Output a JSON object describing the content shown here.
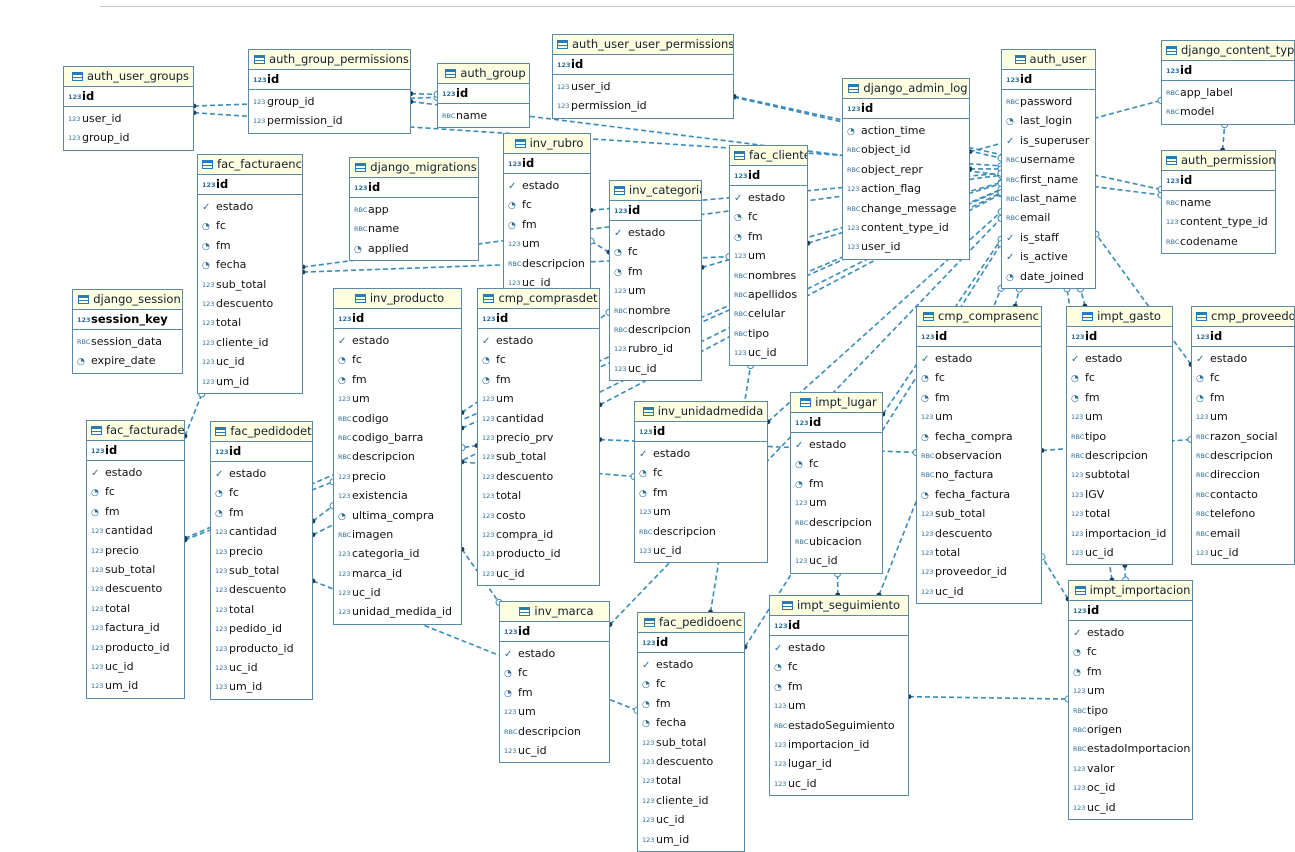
{
  "diagram": {
    "tables": [
      {
        "id": "auth_user_groups",
        "name": "auth_user_groups",
        "pk": "id",
        "columns": [
          [
            "user_id",
            "num"
          ],
          [
            "group_id",
            "num"
          ]
        ]
      },
      {
        "id": "auth_group_permissions",
        "name": "auth_group_permissions",
        "pk": "id",
        "columns": [
          [
            "group_id",
            "num"
          ],
          [
            "permission_id",
            "num"
          ]
        ]
      },
      {
        "id": "auth_group",
        "name": "auth_group",
        "pk": "id",
        "columns": [
          [
            "name",
            "abc"
          ]
        ]
      },
      {
        "id": "auth_user_user_permissions",
        "name": "auth_user_user_permissions",
        "pk": "id",
        "columns": [
          [
            "user_id",
            "num"
          ],
          [
            "permission_id",
            "num"
          ]
        ]
      },
      {
        "id": "django_admin_log",
        "name": "django_admin_log",
        "pk": "id",
        "columns": [
          [
            "action_time",
            "clock"
          ],
          [
            "object_id",
            "abc"
          ],
          [
            "object_repr",
            "abc"
          ],
          [
            "action_flag",
            "num"
          ],
          [
            "change_message",
            "abc"
          ],
          [
            "content_type_id",
            "num"
          ],
          [
            "user_id",
            "num"
          ]
        ]
      },
      {
        "id": "auth_user",
        "name": "auth_user",
        "pk": "id",
        "columns": [
          [
            "password",
            "abc"
          ],
          [
            "last_login",
            "clock"
          ],
          [
            "is_superuser",
            "check"
          ],
          [
            "username",
            "abc"
          ],
          [
            "first_name",
            "abc"
          ],
          [
            "last_name",
            "abc"
          ],
          [
            "email",
            "abc"
          ],
          [
            "is_staff",
            "check"
          ],
          [
            "is_active",
            "check"
          ],
          [
            "date_joined",
            "clock"
          ]
        ]
      },
      {
        "id": "django_content_type",
        "name": "django_content_type",
        "pk": "id",
        "columns": [
          [
            "app_label",
            "abc"
          ],
          [
            "model",
            "abc"
          ]
        ]
      },
      {
        "id": "auth_permission",
        "name": "auth_permission",
        "pk": "id",
        "columns": [
          [
            "name",
            "abc"
          ],
          [
            "content_type_id",
            "num"
          ],
          [
            "codename",
            "abc"
          ]
        ]
      },
      {
        "id": "fac_facturaenc",
        "name": "fac_facturaenc",
        "pk": "id",
        "columns": [
          [
            "estado",
            "check"
          ],
          [
            "fc",
            "clock"
          ],
          [
            "fm",
            "clock"
          ],
          [
            "fecha",
            "clock"
          ],
          [
            "sub_total",
            "num"
          ],
          [
            "descuento",
            "num"
          ],
          [
            "total",
            "num"
          ],
          [
            "cliente_id",
            "num"
          ],
          [
            "uc_id",
            "num"
          ],
          [
            "um_id",
            "num"
          ]
        ]
      },
      {
        "id": "django_migrations",
        "name": "django_migrations",
        "pk": "id",
        "columns": [
          [
            "app",
            "abc"
          ],
          [
            "name",
            "abc"
          ],
          [
            "applied",
            "clock"
          ]
        ]
      },
      {
        "id": "inv_rubro",
        "name": "inv_rubro",
        "pk": "id",
        "columns": [
          [
            "estado",
            "check"
          ],
          [
            "fc",
            "clock"
          ],
          [
            "fm",
            "clock"
          ],
          [
            "um",
            "num"
          ],
          [
            "descripcion",
            "abc"
          ],
          [
            "uc_id",
            "num"
          ]
        ]
      },
      {
        "id": "inv_categoria",
        "name": "inv_categoria",
        "pk": "id",
        "columns": [
          [
            "estado",
            "check"
          ],
          [
            "fc",
            "clock"
          ],
          [
            "fm",
            "clock"
          ],
          [
            "um",
            "num"
          ],
          [
            "nombre",
            "abc"
          ],
          [
            "descripcion",
            "abc"
          ],
          [
            "rubro_id",
            "num"
          ],
          [
            "uc_id",
            "num"
          ]
        ]
      },
      {
        "id": "fac_cliente",
        "name": "fac_cliente",
        "pk": "id",
        "columns": [
          [
            "estado",
            "check"
          ],
          [
            "fc",
            "clock"
          ],
          [
            "fm",
            "clock"
          ],
          [
            "um",
            "num"
          ],
          [
            "nombres",
            "abc"
          ],
          [
            "apellidos",
            "abc"
          ],
          [
            "celular",
            "abc"
          ],
          [
            "tipo",
            "abc"
          ],
          [
            "uc_id",
            "num"
          ]
        ]
      },
      {
        "id": "django_session",
        "name": "django_session",
        "pk": "session_key",
        "columns": [
          [
            "session_data",
            "abc"
          ],
          [
            "expire_date",
            "clock"
          ]
        ]
      },
      {
        "id": "inv_producto",
        "name": "inv_producto",
        "pk": "id",
        "columns": [
          [
            "estado",
            "check"
          ],
          [
            "fc",
            "clock"
          ],
          [
            "fm",
            "clock"
          ],
          [
            "um",
            "num"
          ],
          [
            "codigo",
            "abc"
          ],
          [
            "codigo_barra",
            "abc"
          ],
          [
            "descripcion",
            "abc"
          ],
          [
            "precio",
            "num"
          ],
          [
            "existencia",
            "num"
          ],
          [
            "ultima_compra",
            "clock"
          ],
          [
            "imagen",
            "abc"
          ],
          [
            "categoria_id",
            "num"
          ],
          [
            "marca_id",
            "num"
          ],
          [
            "uc_id",
            "num"
          ],
          [
            "unidad_medida_id",
            "num"
          ]
        ]
      },
      {
        "id": "cmp_comprasdet",
        "name": "cmp_comprasdet",
        "pk": "id",
        "columns": [
          [
            "estado",
            "check"
          ],
          [
            "fc",
            "clock"
          ],
          [
            "fm",
            "clock"
          ],
          [
            "um",
            "num"
          ],
          [
            "cantidad",
            "num"
          ],
          [
            "precio_prv",
            "num"
          ],
          [
            "sub_total",
            "num"
          ],
          [
            "descuento",
            "num"
          ],
          [
            "total",
            "num"
          ],
          [
            "costo",
            "num"
          ],
          [
            "compra_id",
            "num"
          ],
          [
            "producto_id",
            "num"
          ],
          [
            "uc_id",
            "num"
          ]
        ]
      },
      {
        "id": "cmp_comprasenc",
        "name": "cmp_comprasenc",
        "pk": "id",
        "columns": [
          [
            "estado",
            "check"
          ],
          [
            "fc",
            "clock"
          ],
          [
            "fm",
            "clock"
          ],
          [
            "um",
            "num"
          ],
          [
            "fecha_compra",
            "clock"
          ],
          [
            "observacion",
            "abc"
          ],
          [
            "no_factura",
            "abc"
          ],
          [
            "fecha_factura",
            "clock"
          ],
          [
            "sub_total",
            "num"
          ],
          [
            "descuento",
            "num"
          ],
          [
            "total",
            "num"
          ],
          [
            "proveedor_id",
            "num"
          ],
          [
            "uc_id",
            "num"
          ]
        ]
      },
      {
        "id": "impt_gasto",
        "name": "impt_gasto",
        "pk": "id",
        "columns": [
          [
            "estado",
            "check"
          ],
          [
            "fc",
            "clock"
          ],
          [
            "fm",
            "clock"
          ],
          [
            "um",
            "num"
          ],
          [
            "tipo",
            "abc"
          ],
          [
            "descripcion",
            "abc"
          ],
          [
            "subtotal",
            "num"
          ],
          [
            "IGV",
            "num"
          ],
          [
            "total",
            "num"
          ],
          [
            "importacion_id",
            "num"
          ],
          [
            "uc_id",
            "num"
          ]
        ]
      },
      {
        "id": "cmp_proveedor",
        "name": "cmp_proveedor",
        "pk": "id",
        "columns": [
          [
            "estado",
            "check"
          ],
          [
            "fc",
            "clock"
          ],
          [
            "fm",
            "clock"
          ],
          [
            "um",
            "num"
          ],
          [
            "razon_social",
            "abc"
          ],
          [
            "descripcion",
            "abc"
          ],
          [
            "direccion",
            "abc"
          ],
          [
            "contacto",
            "abc"
          ],
          [
            "telefono",
            "abc"
          ],
          [
            "email",
            "abc"
          ],
          [
            "uc_id",
            "num"
          ]
        ]
      },
      {
        "id": "fac_facturadet",
        "name": "fac_facturadet",
        "pk": "id",
        "columns": [
          [
            "estado",
            "check"
          ],
          [
            "fc",
            "clock"
          ],
          [
            "fm",
            "clock"
          ],
          [
            "cantidad",
            "num"
          ],
          [
            "precio",
            "num"
          ],
          [
            "sub_total",
            "num"
          ],
          [
            "descuento",
            "num"
          ],
          [
            "total",
            "num"
          ],
          [
            "factura_id",
            "num"
          ],
          [
            "producto_id",
            "num"
          ],
          [
            "uc_id",
            "num"
          ],
          [
            "um_id",
            "num"
          ]
        ]
      },
      {
        "id": "fac_pedidodet",
        "name": "fac_pedidodet",
        "pk": "id",
        "columns": [
          [
            "estado",
            "check"
          ],
          [
            "fc",
            "clock"
          ],
          [
            "fm",
            "clock"
          ],
          [
            "cantidad",
            "num"
          ],
          [
            "precio",
            "num"
          ],
          [
            "sub_total",
            "num"
          ],
          [
            "descuento",
            "num"
          ],
          [
            "total",
            "num"
          ],
          [
            "pedido_id",
            "num"
          ],
          [
            "producto_id",
            "num"
          ],
          [
            "uc_id",
            "num"
          ],
          [
            "um_id",
            "num"
          ]
        ]
      },
      {
        "id": "inv_unidadmedida",
        "name": "inv_unidadmedida",
        "pk": "id",
        "columns": [
          [
            "estado",
            "check"
          ],
          [
            "fc",
            "clock"
          ],
          [
            "fm",
            "clock"
          ],
          [
            "um",
            "num"
          ],
          [
            "descripcion",
            "abc"
          ],
          [
            "uc_id",
            "num"
          ]
        ]
      },
      {
        "id": "impt_lugar",
        "name": "impt_lugar",
        "pk": "id",
        "columns": [
          [
            "estado",
            "check"
          ],
          [
            "fc",
            "clock"
          ],
          [
            "fm",
            "clock"
          ],
          [
            "um",
            "num"
          ],
          [
            "descripcion",
            "abc"
          ],
          [
            "ubicacion",
            "abc"
          ],
          [
            "uc_id",
            "num"
          ]
        ]
      },
      {
        "id": "inv_marca",
        "name": "inv_marca",
        "pk": "id",
        "columns": [
          [
            "estado",
            "check"
          ],
          [
            "fc",
            "clock"
          ],
          [
            "fm",
            "clock"
          ],
          [
            "um",
            "num"
          ],
          [
            "descripcion",
            "abc"
          ],
          [
            "uc_id",
            "num"
          ]
        ]
      },
      {
        "id": "fac_pedidoenc",
        "name": "fac_pedidoenc",
        "pk": "id",
        "columns": [
          [
            "estado",
            "check"
          ],
          [
            "fc",
            "clock"
          ],
          [
            "fm",
            "clock"
          ],
          [
            "fecha",
            "clock"
          ],
          [
            "sub_total",
            "num"
          ],
          [
            "descuento",
            "num"
          ],
          [
            "total",
            "num"
          ],
          [
            "cliente_id",
            "num"
          ],
          [
            "uc_id",
            "num"
          ],
          [
            "um_id",
            "num"
          ]
        ]
      },
      {
        "id": "impt_seguimiento",
        "name": "impt_seguimiento",
        "pk": "id",
        "columns": [
          [
            "estado",
            "check"
          ],
          [
            "fc",
            "clock"
          ],
          [
            "fm",
            "clock"
          ],
          [
            "um",
            "num"
          ],
          [
            "estadoSeguimiento",
            "abc"
          ],
          [
            "importacion_id",
            "num"
          ],
          [
            "lugar_id",
            "num"
          ],
          [
            "uc_id",
            "num"
          ]
        ]
      },
      {
        "id": "impt_importacion",
        "name": "impt_importacion",
        "pk": "id",
        "columns": [
          [
            "estado",
            "check"
          ],
          [
            "fc",
            "clock"
          ],
          [
            "fm",
            "clock"
          ],
          [
            "um",
            "num"
          ],
          [
            "tipo",
            "abc"
          ],
          [
            "origen",
            "abc"
          ],
          [
            "estadoImportacion",
            "abc"
          ],
          [
            "valor",
            "num"
          ],
          [
            "oc_id",
            "num"
          ],
          [
            "uc_id",
            "num"
          ]
        ]
      }
    ],
    "relationships": [
      [
        "auth_user_groups",
        "auth_user"
      ],
      [
        "auth_user_groups",
        "auth_group"
      ],
      [
        "auth_group_permissions",
        "auth_group"
      ],
      [
        "auth_group_permissions",
        "auth_permission"
      ],
      [
        "auth_user_user_permissions",
        "auth_user"
      ],
      [
        "auth_user_user_permissions",
        "auth_permission"
      ],
      [
        "django_admin_log",
        "auth_user"
      ],
      [
        "django_admin_log",
        "django_content_type"
      ],
      [
        "auth_permission",
        "django_content_type"
      ],
      [
        "fac_facturaenc",
        "auth_user"
      ],
      [
        "fac_facturaenc",
        "fac_cliente"
      ],
      [
        "inv_rubro",
        "auth_user"
      ],
      [
        "inv_categoria",
        "inv_rubro"
      ],
      [
        "inv_categoria",
        "auth_user"
      ],
      [
        "fac_cliente",
        "auth_user"
      ],
      [
        "inv_producto",
        "inv_categoria"
      ],
      [
        "inv_producto",
        "inv_marca"
      ],
      [
        "inv_producto",
        "inv_unidadmedida"
      ],
      [
        "inv_producto",
        "auth_user"
      ],
      [
        "cmp_comprasdet",
        "cmp_comprasenc"
      ],
      [
        "cmp_comprasdet",
        "inv_producto"
      ],
      [
        "cmp_comprasdet",
        "auth_user"
      ],
      [
        "cmp_comprasenc",
        "cmp_proveedor"
      ],
      [
        "cmp_comprasenc",
        "auth_user"
      ],
      [
        "impt_gasto",
        "impt_importacion"
      ],
      [
        "impt_gasto",
        "auth_user"
      ],
      [
        "cmp_proveedor",
        "auth_user"
      ],
      [
        "fac_facturadet",
        "fac_facturaenc"
      ],
      [
        "fac_facturadet",
        "inv_producto"
      ],
      [
        "fac_facturadet",
        "auth_user"
      ],
      [
        "fac_pedidodet",
        "fac_pedidoenc"
      ],
      [
        "fac_pedidodet",
        "inv_producto"
      ],
      [
        "fac_pedidodet",
        "auth_user"
      ],
      [
        "inv_unidadmedida",
        "auth_user"
      ],
      [
        "impt_lugar",
        "auth_user"
      ],
      [
        "inv_marca",
        "auth_user"
      ],
      [
        "fac_pedidoenc",
        "fac_cliente"
      ],
      [
        "fac_pedidoenc",
        "auth_user"
      ],
      [
        "impt_seguimiento",
        "impt_importacion"
      ],
      [
        "impt_seguimiento",
        "impt_lugar"
      ],
      [
        "impt_seguimiento",
        "auth_user"
      ],
      [
        "impt_importacion",
        "cmp_comprasenc"
      ],
      [
        "impt_importacion",
        "auth_user"
      ]
    ]
  }
}
